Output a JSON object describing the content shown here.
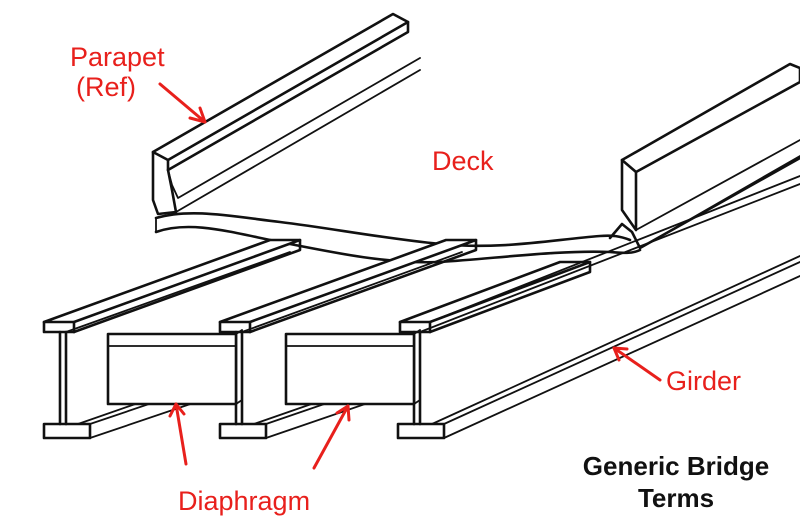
{
  "labels": {
    "parapet_line1": "Parapet",
    "parapet_line2": "(Ref)",
    "deck": "Deck",
    "girder": "Girder",
    "diaphragm": "Diaphragm"
  },
  "title": {
    "line1": "Generic Bridge",
    "line2": "Terms"
  },
  "colors": {
    "annotation": "#e8201c",
    "ink": "#111111",
    "background": "#ffffff"
  }
}
